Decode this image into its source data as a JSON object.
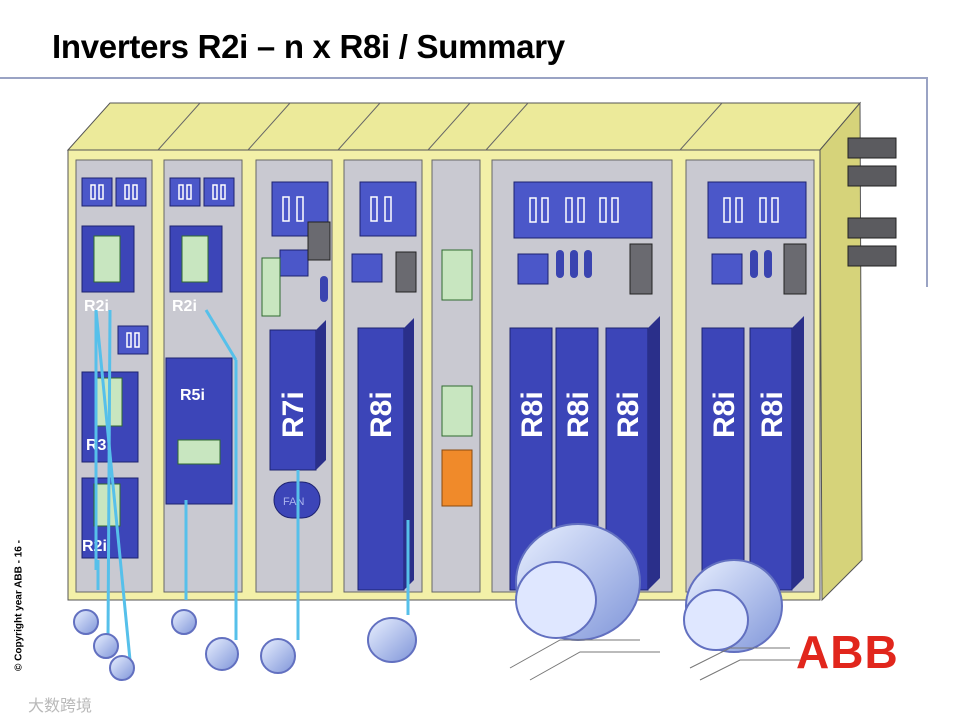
{
  "slide": {
    "title": "Inverters R2i – n x R8i  / Summary",
    "copyright": "© Copyright year ABB - 16 -",
    "watermark": "大数跨境",
    "logo": "ABB"
  },
  "modules": {
    "r2i_a": "R2i",
    "r2i_b": "R2i",
    "r2i_c": "R2i",
    "r3i": "R3i",
    "r5i": "R5i",
    "r7i": "R7i",
    "r8i_1": "R8i",
    "r8i_2": "R8i",
    "r8i_3": "R8i",
    "r8i_4": "R8i",
    "r8i_5": "R8i",
    "r8i_6": "R8i",
    "fan": "FAN"
  },
  "colors": {
    "cabinet": "#f3f0a8",
    "cabinet_shade": "#dedb82",
    "module": "#3c45b8",
    "module_dark": "#2a2f8a",
    "cable": "#56c0ea",
    "board": "#c8e6c0",
    "board_orange": "#f08a2a",
    "abb_red": "#e1261c"
  }
}
